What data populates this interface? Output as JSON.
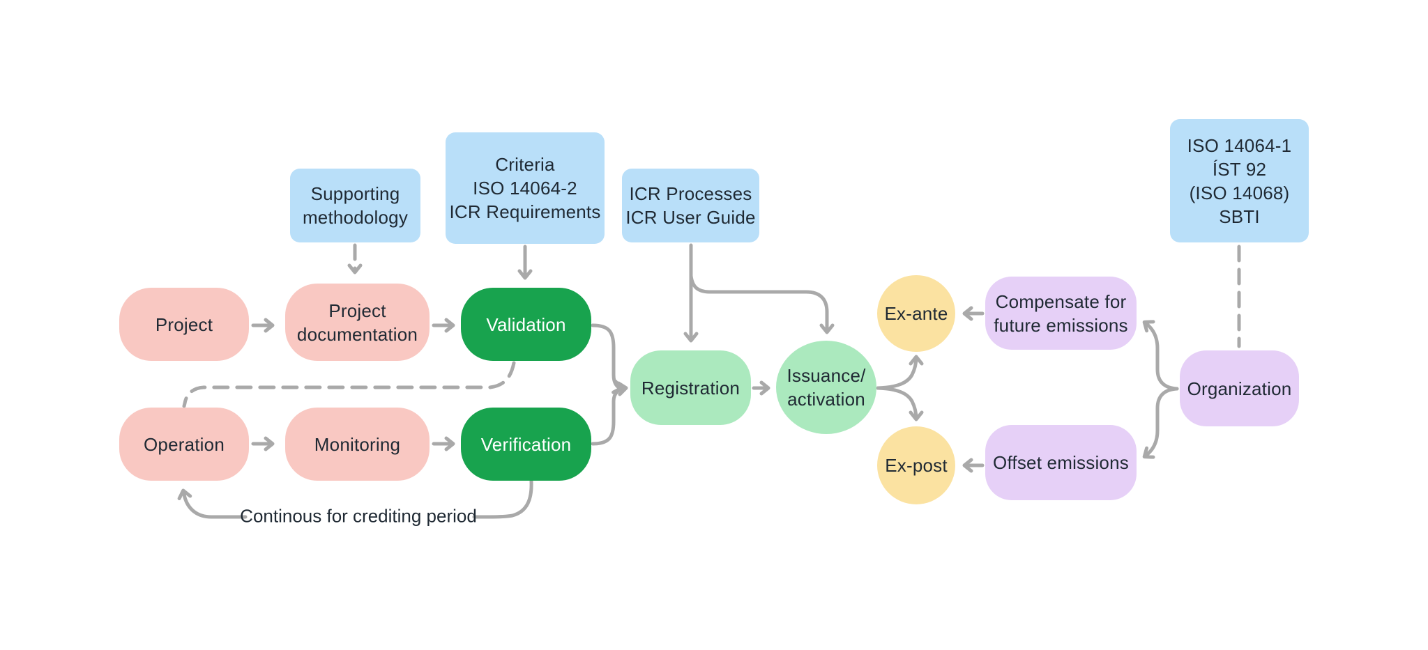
{
  "diagram_title": "ICR project crediting cycle flowchart",
  "palette": {
    "reference_blue": "#B9DFF9",
    "process_pink": "#F9C8C2",
    "audit_dark_green": "#18A34E",
    "registry_light_green": "#ABE9BE",
    "credit_yellow": "#FBE2A1",
    "organization_purple": "#E6D0F7",
    "connector_gray": "#A9A9A9",
    "text_dark": "#1F2933",
    "text_on_green": "#FFFFFF",
    "background": "#FFFFFF"
  },
  "nodes": {
    "supporting_methodology": {
      "lines": [
        "Supporting",
        "methodology"
      ]
    },
    "criteria": {
      "lines": [
        "Criteria",
        "ISO 14064-2",
        "ICR Requirements"
      ]
    },
    "icr_guide": {
      "lines": [
        "ICR Processes",
        "ICR User Guide"
      ]
    },
    "standards": {
      "lines": [
        "ISO 14064-1",
        "ÍST 92",
        "(ISO 14068)",
        "SBTI"
      ]
    },
    "project": {
      "lines": [
        "Project"
      ]
    },
    "project_documentation": {
      "lines": [
        "Project",
        "documentation"
      ]
    },
    "validation": {
      "lines": [
        "Validation"
      ]
    },
    "operation": {
      "lines": [
        "Operation"
      ]
    },
    "monitoring": {
      "lines": [
        "Monitoring"
      ]
    },
    "verification": {
      "lines": [
        "Verification"
      ]
    },
    "registration": {
      "lines": [
        "Registration"
      ]
    },
    "issuance": {
      "lines": [
        "Issuance/",
        "activation"
      ]
    },
    "ex_ante": {
      "lines": [
        "Ex-ante"
      ]
    },
    "ex_post": {
      "lines": [
        "Ex-post"
      ]
    },
    "compensate": {
      "lines": [
        "Compensate for",
        "future emissions"
      ]
    },
    "offset": {
      "lines": [
        "Offset emissions"
      ]
    },
    "organization": {
      "lines": [
        "Organization"
      ]
    }
  },
  "labels": {
    "crediting_loop": "Continous for crediting period"
  },
  "edges": [
    {
      "from": "Supporting methodology",
      "to": "Project documentation",
      "style": "dashed"
    },
    {
      "from": "Criteria ISO 14064-2 ICR Requirements",
      "to": "Validation",
      "style": "solid"
    },
    {
      "from": "ICR Processes ICR User Guide",
      "to": "Registration",
      "style": "solid"
    },
    {
      "from": "ICR Processes ICR User Guide",
      "to": "Issuance/activation",
      "style": "solid"
    },
    {
      "from": "Project",
      "to": "Project documentation",
      "style": "solid"
    },
    {
      "from": "Project documentation",
      "to": "Validation",
      "style": "solid"
    },
    {
      "from": "Operation",
      "to": "Monitoring",
      "style": "solid"
    },
    {
      "from": "Monitoring",
      "to": "Verification",
      "style": "solid"
    },
    {
      "from": "Validation",
      "to": "Registration",
      "style": "solid"
    },
    {
      "from": "Verification",
      "to": "Registration",
      "style": "solid"
    },
    {
      "from": "Registration",
      "to": "Issuance/activation",
      "style": "solid"
    },
    {
      "from": "Issuance/activation",
      "to": "Ex-ante",
      "style": "solid"
    },
    {
      "from": "Issuance/activation",
      "to": "Ex-post",
      "style": "solid"
    },
    {
      "from": "Compensate for future emissions",
      "to": "Ex-ante",
      "style": "solid"
    },
    {
      "from": "Offset emissions",
      "to": "Ex-post",
      "style": "solid"
    },
    {
      "from": "Organization",
      "to": "Compensate for future emissions",
      "style": "solid"
    },
    {
      "from": "Organization",
      "to": "Offset emissions",
      "style": "solid"
    },
    {
      "from": "ISO 14064-1 ÍST 92 (ISO 14068) SBTI",
      "to": "Organization",
      "style": "dashed"
    },
    {
      "from": "Validation",
      "to": "Operation",
      "style": "dashed"
    },
    {
      "from": "Verification",
      "to": "Operation",
      "style": "solid",
      "label": "Continous for crediting period"
    }
  ]
}
